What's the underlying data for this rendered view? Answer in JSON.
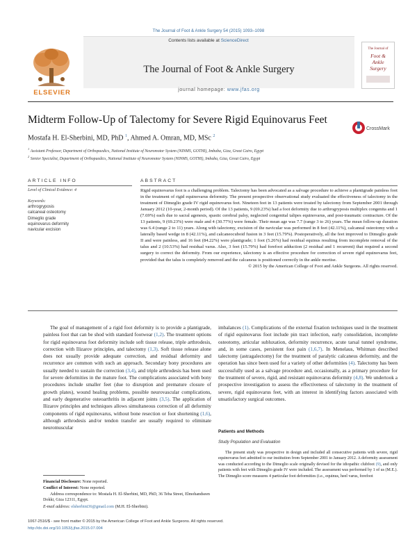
{
  "header": {
    "citation": "The Journal of Foot & Ankle Surgery 54 (2015) 1093–1098",
    "contents_prefix": "Contents lists available at ",
    "contents_link": "ScienceDirect",
    "journal_title": "The Journal of Foot & Ankle Surgery",
    "homepage_prefix": "journal homepage: ",
    "homepage_url": "www.jfas.org",
    "publisher": "ELSEVIER",
    "cover_lines": [
      "The Journal of",
      "Foot &",
      "Ankle",
      "Surgery"
    ]
  },
  "article": {
    "title": "Midterm Follow-Up of Talectomy for Severe Rigid Equinovarus Feet",
    "authors": [
      {
        "name": "Mostafa H. El-Sherbini, MD, PhD",
        "sup": "1"
      },
      {
        "name": "Ahmed A. Omran, MD, MSc",
        "sup": "2"
      }
    ],
    "author_sep": ", ",
    "affiliations": [
      {
        "sup": "1",
        "text": "Assistant Professor, Department of Orthopaedics, National Institute of Neuromotor System (NINMS, GOTHI), Imbaba, Giza, Great Cairo, Egypt"
      },
      {
        "sup": "2",
        "text": "Senior Specialist, Department of Orthopaedics, National Institute of Neuromotor System (NINMS, GOTHI), Imbaba, Giza, Great Cairo, Egypt"
      }
    ],
    "crossmark_label": "CrossMark"
  },
  "info": {
    "heading": "ARTICLE INFO",
    "evidence": "Level of Clinical Evidence: 4",
    "keywords_label": "Keywords:",
    "keywords": [
      "arthrogryposis",
      "calcaneal osteotomy",
      "Dimeglio grade",
      "equinovarus deformity",
      "navicular excision"
    ]
  },
  "abstract": {
    "heading": "ABSTRACT",
    "text": "Rigid equinovarus foot is a challenging problem. Talectomy has been advocated as a salvage procedure to achieve a plantigrade painless foot in the treatment of rigid equinovarus deformity. The present prospective observational study evaluated the effectiveness of talectomy in the treatment of Dimeglio grade IV rigid equinovarus feet. Nineteen feet in 13 patients were treated by talectomy from September 2001 through January 2012 (10-year, 2-month period). Of the 13 patients, 9 (69.23%) had a foot deformity due to arthrogryposis multiplex congenita and 1 (7.69%) each due to sacral agenesis, spastic cerebral palsy, neglected congenital talipes equinovarus, and post-traumatic contracture. Of the 13 patients, 9 (69.23%) were male and 4 (30.77%) were female. Their mean age was 7.7 (range 3 to 26) years. The mean follow-up duration was 6.4 (range 2 to 11) years. Along with talectomy, excision of the navicular was performed in 8 feet (42.11%), calcaneal osteotomy with a laterally based wedge in 8 (42.11%), and calcaneocuboid fusion in 3 feet (15.79%). Postoperatively, all the feet improved to Dimeglio grade II and were painless, and 16 feet (84.22%) were plantigrade; 1 foot (5.26%) had residual equinus resulting from incomplete removal of the talus and 2 (10.53%) had residual varus. Also, 3 feet (15.79%) had forefoot adduction (2 residual and 1 recurrent) that required a second surgery to correct the deformity. From our experience, talectomy is an effective procedure for correction of severe rigid equinovarus feet, provided that the talus is completely removed and the calcaneus is positioned correctly in the ankle mortise.",
    "copyright": "© 2015 by the American College of Foot and Ankle Surgeons. All rights reserved."
  },
  "body": {
    "col1": [
      {
        "t": "The goal of management of a rigid foot deformity is to provide a plantigrade, painless foot that can be shod with standard footwear "
      },
      {
        "t": "(1,2)",
        "c": 1
      },
      {
        "t": ". The treatment options for rigid equinovarus foot deformity include soft tissue release, triple arthrodesis, correction with Ilizarov principles, and talectomy "
      },
      {
        "t": "(1,3)",
        "c": 1
      },
      {
        "t": ". Soft tissue release alone does not usually provide adequate correction, and residual deformity and recurrence are common with such an approach. Secondary bony procedures are usually needed to sustain the correction "
      },
      {
        "t": "(3,4)",
        "c": 1
      },
      {
        "t": ", and triple arthrodesis has been used for severe deformities in the mature foot. The complications associated with bony procedures include smaller feet (due to disruption and premature closure of growth plates), wound healing problems, possible neurovascular complications, and early degenerative osteoarthritis in adjacent joints "
      },
      {
        "t": "(3,5)",
        "c": 1
      },
      {
        "t": ". The application of Ilizarov principles and techniques allows simultaneous correction of all deformity components of rigid equinovarus, without bone resection or foot shortening "
      },
      {
        "t": "(1,6)",
        "c": 1
      },
      {
        "t": ", although arthrodesis and/or tendon transfer are usually required to eliminate neuromuscular"
      }
    ],
    "col2": [
      {
        "t": "imbalances "
      },
      {
        "t": "(1)",
        "c": 1
      },
      {
        "t": ". Complications of the external fixation techniques used in the treatment of rigid equinovarus foot include pin tract infection, early consolidation, incomplete osteotomy, articular subluxation, deformity recurrence, acute tarsal tunnel syndrome, and, in some cases, persistent foot pain "
      },
      {
        "t": "(1,6,7)",
        "c": 1
      },
      {
        "t": ". In Menelaus, Whitman described talectomy (astragalectomy) for the treatment of paralytic calcaneus deformity, and the operation has since been used for a variety of other deformities "
      },
      {
        "t": "(4)",
        "c": 1
      },
      {
        "t": ". Talectomy has been successfully used as a salvage procedure and, occasionally, as a primary procedure for the treatment of severe, rigid, and resistant equinovarus deformity "
      },
      {
        "t": "(4,8)",
        "c": 1
      },
      {
        "t": ". We undertook a prospective investigation to assess the effectiveness of talectomy in the treatment of severe, rigid equinovarus feet, with an interest in identifying factors associated with unsatisfactory surgical outcomes."
      }
    ],
    "methods_heading": "Patients and Methods",
    "sub_heading": "Study Population and Evaluation",
    "methods": [
      {
        "t": "The present study was prospective in design and included all consecutive patients with severe, rigid equinovarus feet admitted to our institution from September 2001 to January 2012. A deformity assessment was conducted according to the Dimeglio scale originally devised for the idiopathic clubfoot "
      },
      {
        "t": "(9)",
        "c": 1
      },
      {
        "t": ", and only patients with feet with Dimeglio grade IV were included. The assessment was performed by 1 of us (M.E.). The Dimeglio score measures 4 particular foot deformities (i.e., equinus, heel varus, forefoot"
      }
    ]
  },
  "footnotes": {
    "disclosure_label": "Financial Disclosure:",
    "disclosure": " None reported.",
    "conflict_label": "Conflict of Interest:",
    "conflict": " None reported.",
    "address": "Address correspondence to: Mostafa H. El-Sherbini, MD, PhD, 36 Teba Street, Elmohandseen Dokki, Giza 12311, Egypt.",
    "email_label": "E-mail address: ",
    "email": "elsherbini36@gmail.com",
    "email_suffix": " (M.H. El-Sherbini)."
  },
  "footer": {
    "line1": "1067-2516/$ - see front matter © 2015 by the American College of Foot and Ankle Surgeons. All rights reserved.",
    "doi": "http://dx.doi.org/10.1053/j.jfas.2015.07.004"
  },
  "colors": {
    "link": "#3a6fa0",
    "publisher": "#e07a1f",
    "cover": "#8a1f1f"
  }
}
